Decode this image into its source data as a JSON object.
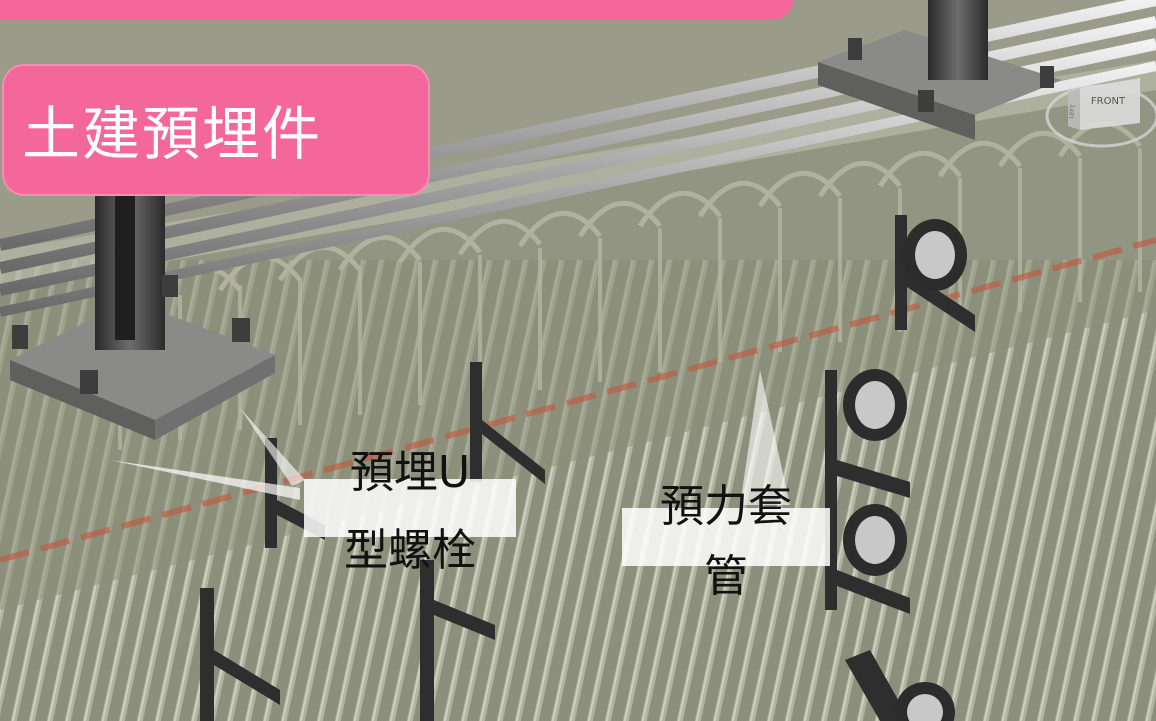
{
  "header": {
    "title": "土建預埋件"
  },
  "callouts": [
    {
      "line1": "預埋U",
      "line2": "型螺栓"
    },
    {
      "line1": "預力套",
      "line2": "管"
    }
  ],
  "viewcube": {
    "face_label": "FRONT",
    "side_label": "LEFT"
  },
  "colors": {
    "banner": "#f4679a",
    "concrete": "#8f927e",
    "rebar": "#9da08f",
    "steel": "#3b3b3b",
    "plate": "#8a8a88",
    "prestress_line": "#c4553b"
  }
}
